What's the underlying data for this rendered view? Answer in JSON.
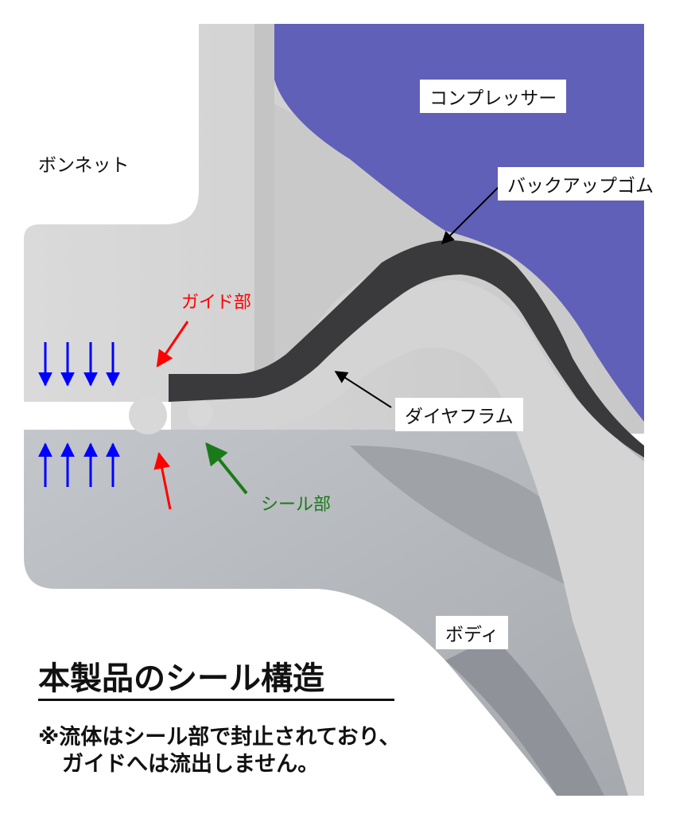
{
  "labels": {
    "bonnet": "ボンネット",
    "compressor": "コンプレッサー",
    "backup_rubber": "バックアップゴム",
    "guide": "ガイド部",
    "diaphragm": "ダイヤフラム",
    "seal": "シール部",
    "body": "ボディ"
  },
  "title": "本製品のシール構造",
  "note_line1": "※流体はシール部で封止されており、",
  "note_line2": "ガイドへは流出しません。",
  "colors": {
    "compressor": "#6060b8",
    "bonnet": "#d6d6d6",
    "body": "#b4b7bc",
    "diaphragm": "#d2d2d2",
    "backup_rubber": "#3a3a3c",
    "guide_arrow": "#ff0000",
    "seal_arrow": "#1a7a1a",
    "flow_arrow": "#0000ff"
  },
  "icons": [
    "pressure-arrow-down-icon",
    "pressure-arrow-up-icon",
    "pointer-arrow-icon"
  ]
}
